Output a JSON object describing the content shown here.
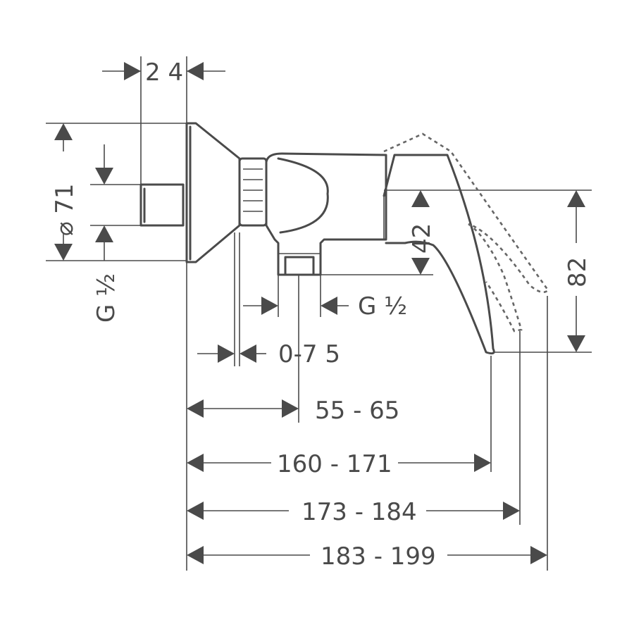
{
  "dimensions": {
    "flange_thickness": "2 4",
    "flange_diameter": "⌀ 71",
    "inlet_thread_left": "G ½",
    "outlet_thread": "G ½",
    "offset_adjust": "0-7 5",
    "body_height": "42",
    "total_height": "82",
    "wall_to_outlet": "55 - 65",
    "projection_1": "160 - 171",
    "projection_2": "173 - 184",
    "projection_3": "183 - 199"
  }
}
